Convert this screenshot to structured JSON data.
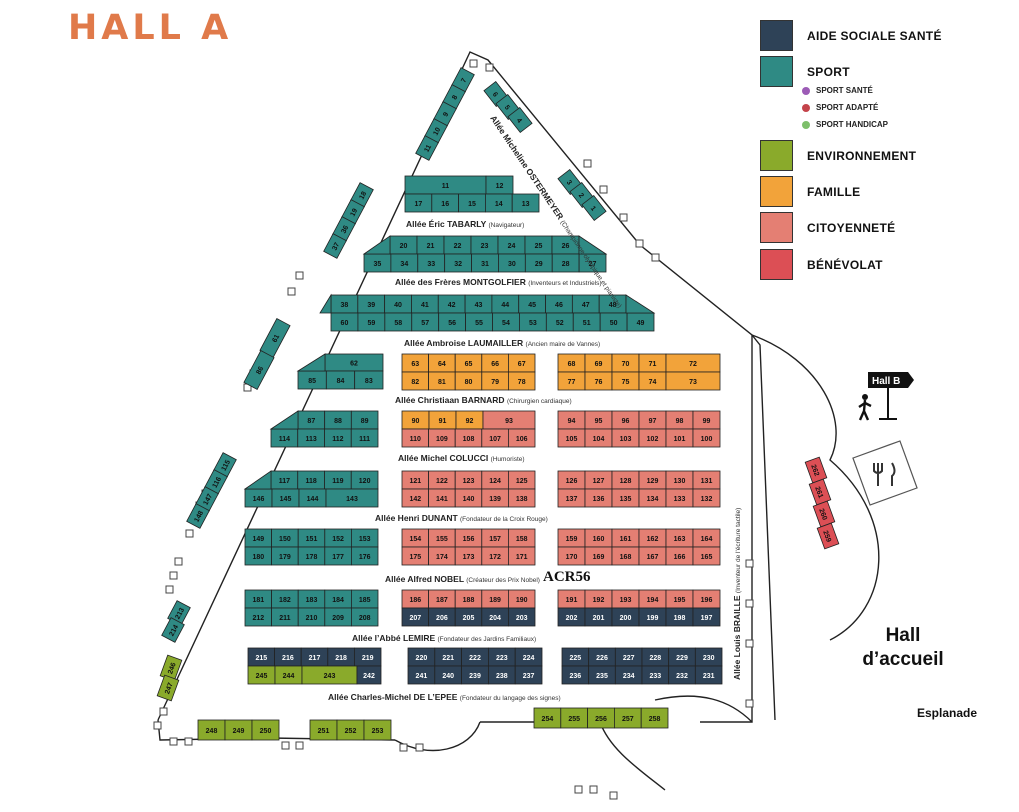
{
  "title": "HALL A",
  "hall_accueil": "Hall\nd’accueil",
  "esplanade": "Esplanade",
  "acr_label": "ACR56",
  "hall_b_label": "Hall B",
  "legend": {
    "items": [
      {
        "label": "AIDE SOCIALE SANTÉ",
        "color": "#2e4257"
      },
      {
        "label": "SPORT",
        "color": "#2f8a84"
      },
      {
        "label": "ENVIRONNEMENT",
        "color": "#8aaa2b"
      },
      {
        "label": "FAMILLE",
        "color": "#f2a33a"
      },
      {
        "label": "CITOYENNETÉ",
        "color": "#e47f73"
      },
      {
        "label": "BÉNÉVOLAT",
        "color": "#dc4f55"
      }
    ],
    "sport_sub": [
      {
        "label": "SPORT SANTÉ",
        "color": "#9c5bb6"
      },
      {
        "label": "SPORT ADAPTÉ",
        "color": "#c4434a"
      },
      {
        "label": "SPORT HANDICAP",
        "color": "#7dbf6a"
      }
    ]
  },
  "alleys": {
    "ostermeyer": {
      "name": "Allée Micheline OSTERMEYER",
      "note": "(Championne olympique et pianiste)"
    },
    "tabarly": {
      "name": "Allée Éric TABARLY",
      "note": "(Navigateur)"
    },
    "montgolfier": {
      "name": "Allée des Frères MONTGOLFIER",
      "note": "(Inventeurs et Industriels)"
    },
    "laumailler": {
      "name": "Allée Ambroise LAUMAILLER",
      "note": "(Ancien maire de Vannes)"
    },
    "barnard": {
      "name": "Allée Christiaan BARNARD",
      "note": "(Chirurgien cardiaque)"
    },
    "colucci": {
      "name": "Allée Michel COLUCCI",
      "note": "(Humoriste)"
    },
    "dunant": {
      "name": "Allée Henri DUNANT",
      "note": "(Fondateur de la Croix Rouge)"
    },
    "nobel": {
      "name": "Allée Alfred NOBEL",
      "note": "(Créateur des Prix Nobel)"
    },
    "lemire": {
      "name": "Allée l’Abbé LEMIRE",
      "note": "(Fondateur des Jardins Familiaux)"
    },
    "epee": {
      "name": "Allée Charles-Michel DE L’EPEE",
      "note": "(Fondateur du langage des signes)"
    },
    "braille": {
      "name": "Allée Louis BRAILLE",
      "note": "(Inventeur de l'écriture tactile)"
    }
  },
  "stand_rows": [
    {
      "cat": "sport",
      "numbers": [
        "11",
        "12"
      ]
    },
    {
      "cat": "sport",
      "numbers": [
        "17",
        "16",
        "15",
        "14",
        "13"
      ]
    },
    {
      "cat": "sport",
      "numbers": [
        "20",
        "21",
        "22",
        "23",
        "24",
        "25",
        "26"
      ]
    },
    {
      "cat": "sport",
      "numbers": [
        "35",
        "34",
        "33",
        "32",
        "31",
        "30",
        "29",
        "28",
        "27"
      ]
    },
    {
      "cat": "sport",
      "numbers": [
        "38",
        "39",
        "40",
        "41",
        "42",
        "43",
        "44",
        "45",
        "46",
        "47",
        "48"
      ]
    },
    {
      "cat": "sport",
      "numbers": [
        "60",
        "59",
        "58",
        "57",
        "56",
        "55",
        "54",
        "53",
        "52",
        "51",
        "50",
        "49"
      ]
    },
    {
      "cat": "sport",
      "numbers": [
        "62"
      ]
    },
    {
      "cat": "sport",
      "numbers": [
        "85",
        "84",
        "83"
      ]
    },
    {
      "cat": "famille",
      "numbers": [
        "63",
        "64",
        "65",
        "66",
        "67"
      ]
    },
    {
      "cat": "famille",
      "numbers": [
        "82",
        "81",
        "80",
        "79",
        "78"
      ]
    },
    {
      "cat": "famille",
      "numbers": [
        "68",
        "69",
        "70",
        "71",
        "72"
      ]
    },
    {
      "cat": "famille",
      "numbers": [
        "77",
        "76",
        "75",
        "74",
        "73"
      ]
    },
    {
      "cat": "sport",
      "numbers": [
        "87",
        "88",
        "89"
      ]
    },
    {
      "cat": "sport",
      "numbers": [
        "114",
        "113",
        "112",
        "111"
      ]
    },
    {
      "cat": "famille",
      "numbers": [
        "90",
        "91",
        "92"
      ]
    },
    {
      "cat": "citoyennete",
      "numbers": [
        "93"
      ]
    },
    {
      "cat": "citoyennete",
      "numbers": [
        "110",
        "109",
        "108",
        "107",
        "106"
      ]
    },
    {
      "cat": "citoyennete",
      "numbers": [
        "94",
        "95",
        "96",
        "97",
        "98",
        "99"
      ]
    },
    {
      "cat": "citoyennete",
      "numbers": [
        "105",
        "104",
        "103",
        "102",
        "101",
        "100"
      ]
    },
    {
      "cat": "sport",
      "numbers": [
        "117",
        "118",
        "119",
        "120"
      ]
    },
    {
      "cat": "sport",
      "numbers": [
        "146",
        "145",
        "144",
        "143"
      ]
    },
    {
      "cat": "citoyennete",
      "numbers": [
        "121",
        "122",
        "123",
        "124",
        "125"
      ]
    },
    {
      "cat": "citoyennete",
      "numbers": [
        "142",
        "141",
        "140",
        "139",
        "138"
      ]
    },
    {
      "cat": "citoyennete",
      "numbers": [
        "126",
        "127",
        "128",
        "129",
        "130",
        "131"
      ]
    },
    {
      "cat": "citoyennete",
      "numbers": [
        "137",
        "136",
        "135",
        "134",
        "133",
        "132"
      ]
    },
    {
      "cat": "sport",
      "numbers": [
        "149",
        "150",
        "151",
        "152",
        "153"
      ]
    },
    {
      "cat": "sport",
      "numbers": [
        "180",
        "179",
        "178",
        "177",
        "176"
      ]
    },
    {
      "cat": "citoyennete",
      "numbers": [
        "154",
        "155",
        "156",
        "157",
        "158"
      ]
    },
    {
      "cat": "citoyennete",
      "numbers": [
        "175",
        "174",
        "173",
        "172",
        "171"
      ]
    },
    {
      "cat": "citoyennete",
      "numbers": [
        "159",
        "160",
        "161",
        "162",
        "163",
        "164"
      ]
    },
    {
      "cat": "citoyennete",
      "numbers": [
        "170",
        "169",
        "168",
        "167",
        "166",
        "165"
      ]
    },
    {
      "cat": "sport",
      "numbers": [
        "181",
        "182",
        "183",
        "184",
        "185"
      ]
    },
    {
      "cat": "sport",
      "numbers": [
        "212",
        "211",
        "210",
        "209",
        "208"
      ]
    },
    {
      "cat": "citoyennete",
      "numbers": [
        "186",
        "187",
        "188",
        "189",
        "190"
      ]
    },
    {
      "cat": "aide",
      "numbers": [
        "207",
        "206",
        "205",
        "204",
        "203"
      ]
    },
    {
      "cat": "citoyennete",
      "numbers": [
        "191",
        "192",
        "193",
        "194",
        "195",
        "196"
      ]
    },
    {
      "cat": "aide",
      "numbers": [
        "202",
        "201",
        "200",
        "199",
        "198",
        "197"
      ]
    },
    {
      "cat": "aide",
      "numbers": [
        "215",
        "216",
        "217",
        "218",
        "219"
      ]
    },
    {
      "cat": "environnement",
      "numbers": [
        "245",
        "244",
        "243"
      ]
    },
    {
      "cat": "aide",
      "numbers": [
        "242"
      ]
    },
    {
      "cat": "aide",
      "numbers": [
        "220",
        "221",
        "222",
        "223",
        "224"
      ]
    },
    {
      "cat": "aide",
      "numbers": [
        "241",
        "240",
        "239",
        "238",
        "237"
      ]
    },
    {
      "cat": "aide",
      "numbers": [
        "225",
        "226",
        "227",
        "228",
        "229",
        "230"
      ]
    },
    {
      "cat": "aide",
      "numbers": [
        "236",
        "235",
        "234",
        "233",
        "232",
        "231"
      ]
    },
    {
      "cat": "environnement",
      "numbers": [
        "248",
        "249",
        "250"
      ]
    },
    {
      "cat": "environnement",
      "numbers": [
        "251",
        "252",
        "253"
      ]
    },
    {
      "cat": "environnement",
      "numbers": [
        "254",
        "255",
        "256",
        "257",
        "258"
      ]
    }
  ],
  "wall_stands": [
    {
      "cat": "sport",
      "numbers": [
        "7",
        "8",
        "9",
        "10",
        "11"
      ]
    },
    {
      "cat": "sport",
      "numbers": [
        "6",
        "5",
        "4"
      ]
    },
    {
      "cat": "sport",
      "numbers": [
        "3",
        "2",
        "1"
      ]
    },
    {
      "cat": "sport",
      "numbers": [
        "18",
        "19",
        "36",
        "37"
      ]
    },
    {
      "cat": "sport",
      "numbers": [
        "61",
        "86"
      ]
    },
    {
      "cat": "sport",
      "numbers": [
        "115",
        "116",
        "147",
        "148"
      ]
    },
    {
      "cat": "sport",
      "numbers": [
        "213",
        "214"
      ]
    },
    {
      "cat": "environnement",
      "numbers": [
        "246",
        "247"
      ]
    },
    {
      "cat": "benevolat",
      "numbers": [
        "262",
        "261",
        "260",
        "259"
      ]
    }
  ]
}
